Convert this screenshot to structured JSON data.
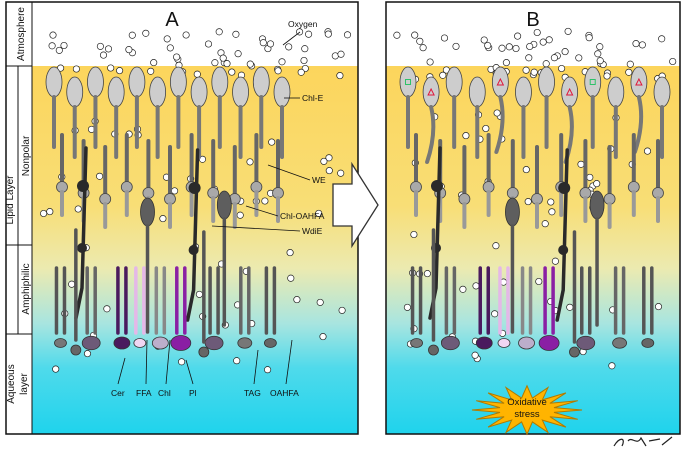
{
  "panel_a": {
    "title": "A"
  },
  "panel_b": {
    "title": "B"
  },
  "side_labels": {
    "atmosphere": "Atmosphere",
    "lipid_layer": "Lipid Layer",
    "nonpolar": "Nonpolar",
    "amphiphilic": "Amphiphilic",
    "aqueous": "Aqueous",
    "aqueous_layer": "layer"
  },
  "callouts": {
    "oxygen": "Oxygen",
    "chl_e": "Chl-E",
    "we": "WE",
    "chl_oahfa": "Chl-OAHFA",
    "wdie": "WdiE"
  },
  "bottom_labels": {
    "cer": "Cer",
    "ffa": "FFA",
    "chl": "Chl",
    "pl": "Pl",
    "tag": "TAG",
    "oahfa": "OAHFA"
  },
  "burst": {
    "line1": "Oxidative",
    "line2": "stress"
  },
  "signature": {
    "text": "RJ"
  },
  "colors": {
    "atmosphere": "#ffffff",
    "lipid_top": "#fcd55c",
    "lipid_mid": "#f4ecc0",
    "aqueous_bottom": "#1fd3ec",
    "head_grey": "#cdcdcd",
    "tail_grey": "#8c8c8c",
    "dark_lipid": "#2a2a2a",
    "purple_pl": "#8a1fa4",
    "cer_purple": "#4a1a5e",
    "burst_fill": "#ffb400",
    "marker_red": "#e0183c",
    "marker_green": "#2ec26a"
  }
}
